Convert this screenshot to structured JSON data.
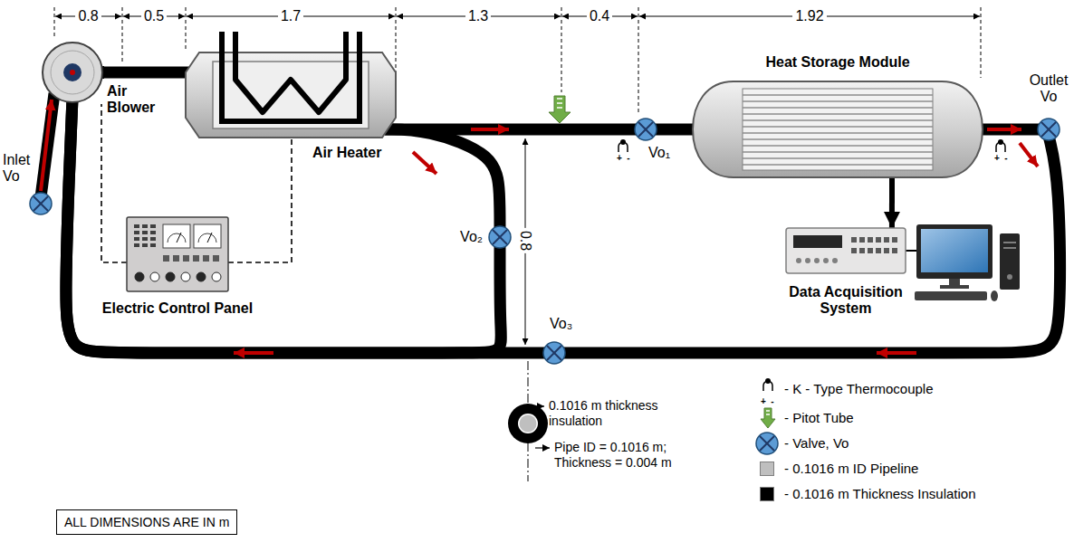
{
  "diagram": {
    "nodes": [
      {
        "text": [
          "Inlet Vo"
        ]
      },
      {
        "text": [
          "Air Blower"
        ]
      },
      {
        "text": [
          "Air Heater"
        ]
      },
      {
        "text": [
          "Heat Storage Module"
        ]
      },
      {
        "text": [
          "Outlet Vo"
        ]
      },
      {
        "text": [
          "Vo₁"
        ]
      },
      {
        "text": [
          "Vo₂"
        ]
      },
      {
        "text": [
          "Data Acquisition System"
        ]
      },
      {
        "text": [
          "Electric Control Panel"
        ]
      },
      {
        "text": [
          "Vo₃"
        ]
      },
      {
        "text": [
          "ALL DIMENSIONS ARE IN m"
        ]
      }
    ],
    "edges": [
      {
        "from": 0,
        "to": 1,
        "arrow": "none"
      },
      {
        "from": 1,
        "to": 2,
        "arrow": "none"
      },
      {
        "from": 2,
        "to": 5,
        "arrow": "none"
      },
      {
        "from": 5,
        "to": 3,
        "arrow": "none"
      },
      {
        "from": 3,
        "to": 4,
        "arrow": "none"
      },
      {
        "from": 2,
        "to": 6,
        "arrow": "none"
      },
      {
        "from": 6,
        "to": 1,
        "arrow": "none"
      },
      {
        "from": 4,
        "to": 9,
        "arrow": "none"
      },
      {
        "from": 9,
        "to": 1,
        "arrow": "none"
      },
      {
        "from": 3,
        "to": 7,
        "arrow": "to"
      },
      {
        "from": 8,
        "to": 1,
        "arrow": "none"
      },
      {
        "from": 8,
        "to": 2,
        "arrow": "none"
      }
    ],
    "labels": [
      "0.8",
      "0.5",
      "1.7",
      "1.3",
      "0.4",
      "1.92",
      "0.8",
      "0.1016 m thickness insulation",
      "Pipe ID = 0.1016 m; Thickness = 0.004 m",
      "+",
      "-",
      "+",
      "-",
      "+",
      "-"
    ],
    "legend": [
      {
        "text": "- K - Type Thermocouple"
      },
      {
        "text": "- Pitot Tube"
      },
      {
        "text": "- Valve, Vo"
      },
      {
        "text": "- 0.1016 m ID Pipeline",
        "color": "#bfbfbf"
      },
      {
        "text": "- 0.1016 m Thickness Insulation",
        "color": "#000000"
      }
    ]
  }
}
